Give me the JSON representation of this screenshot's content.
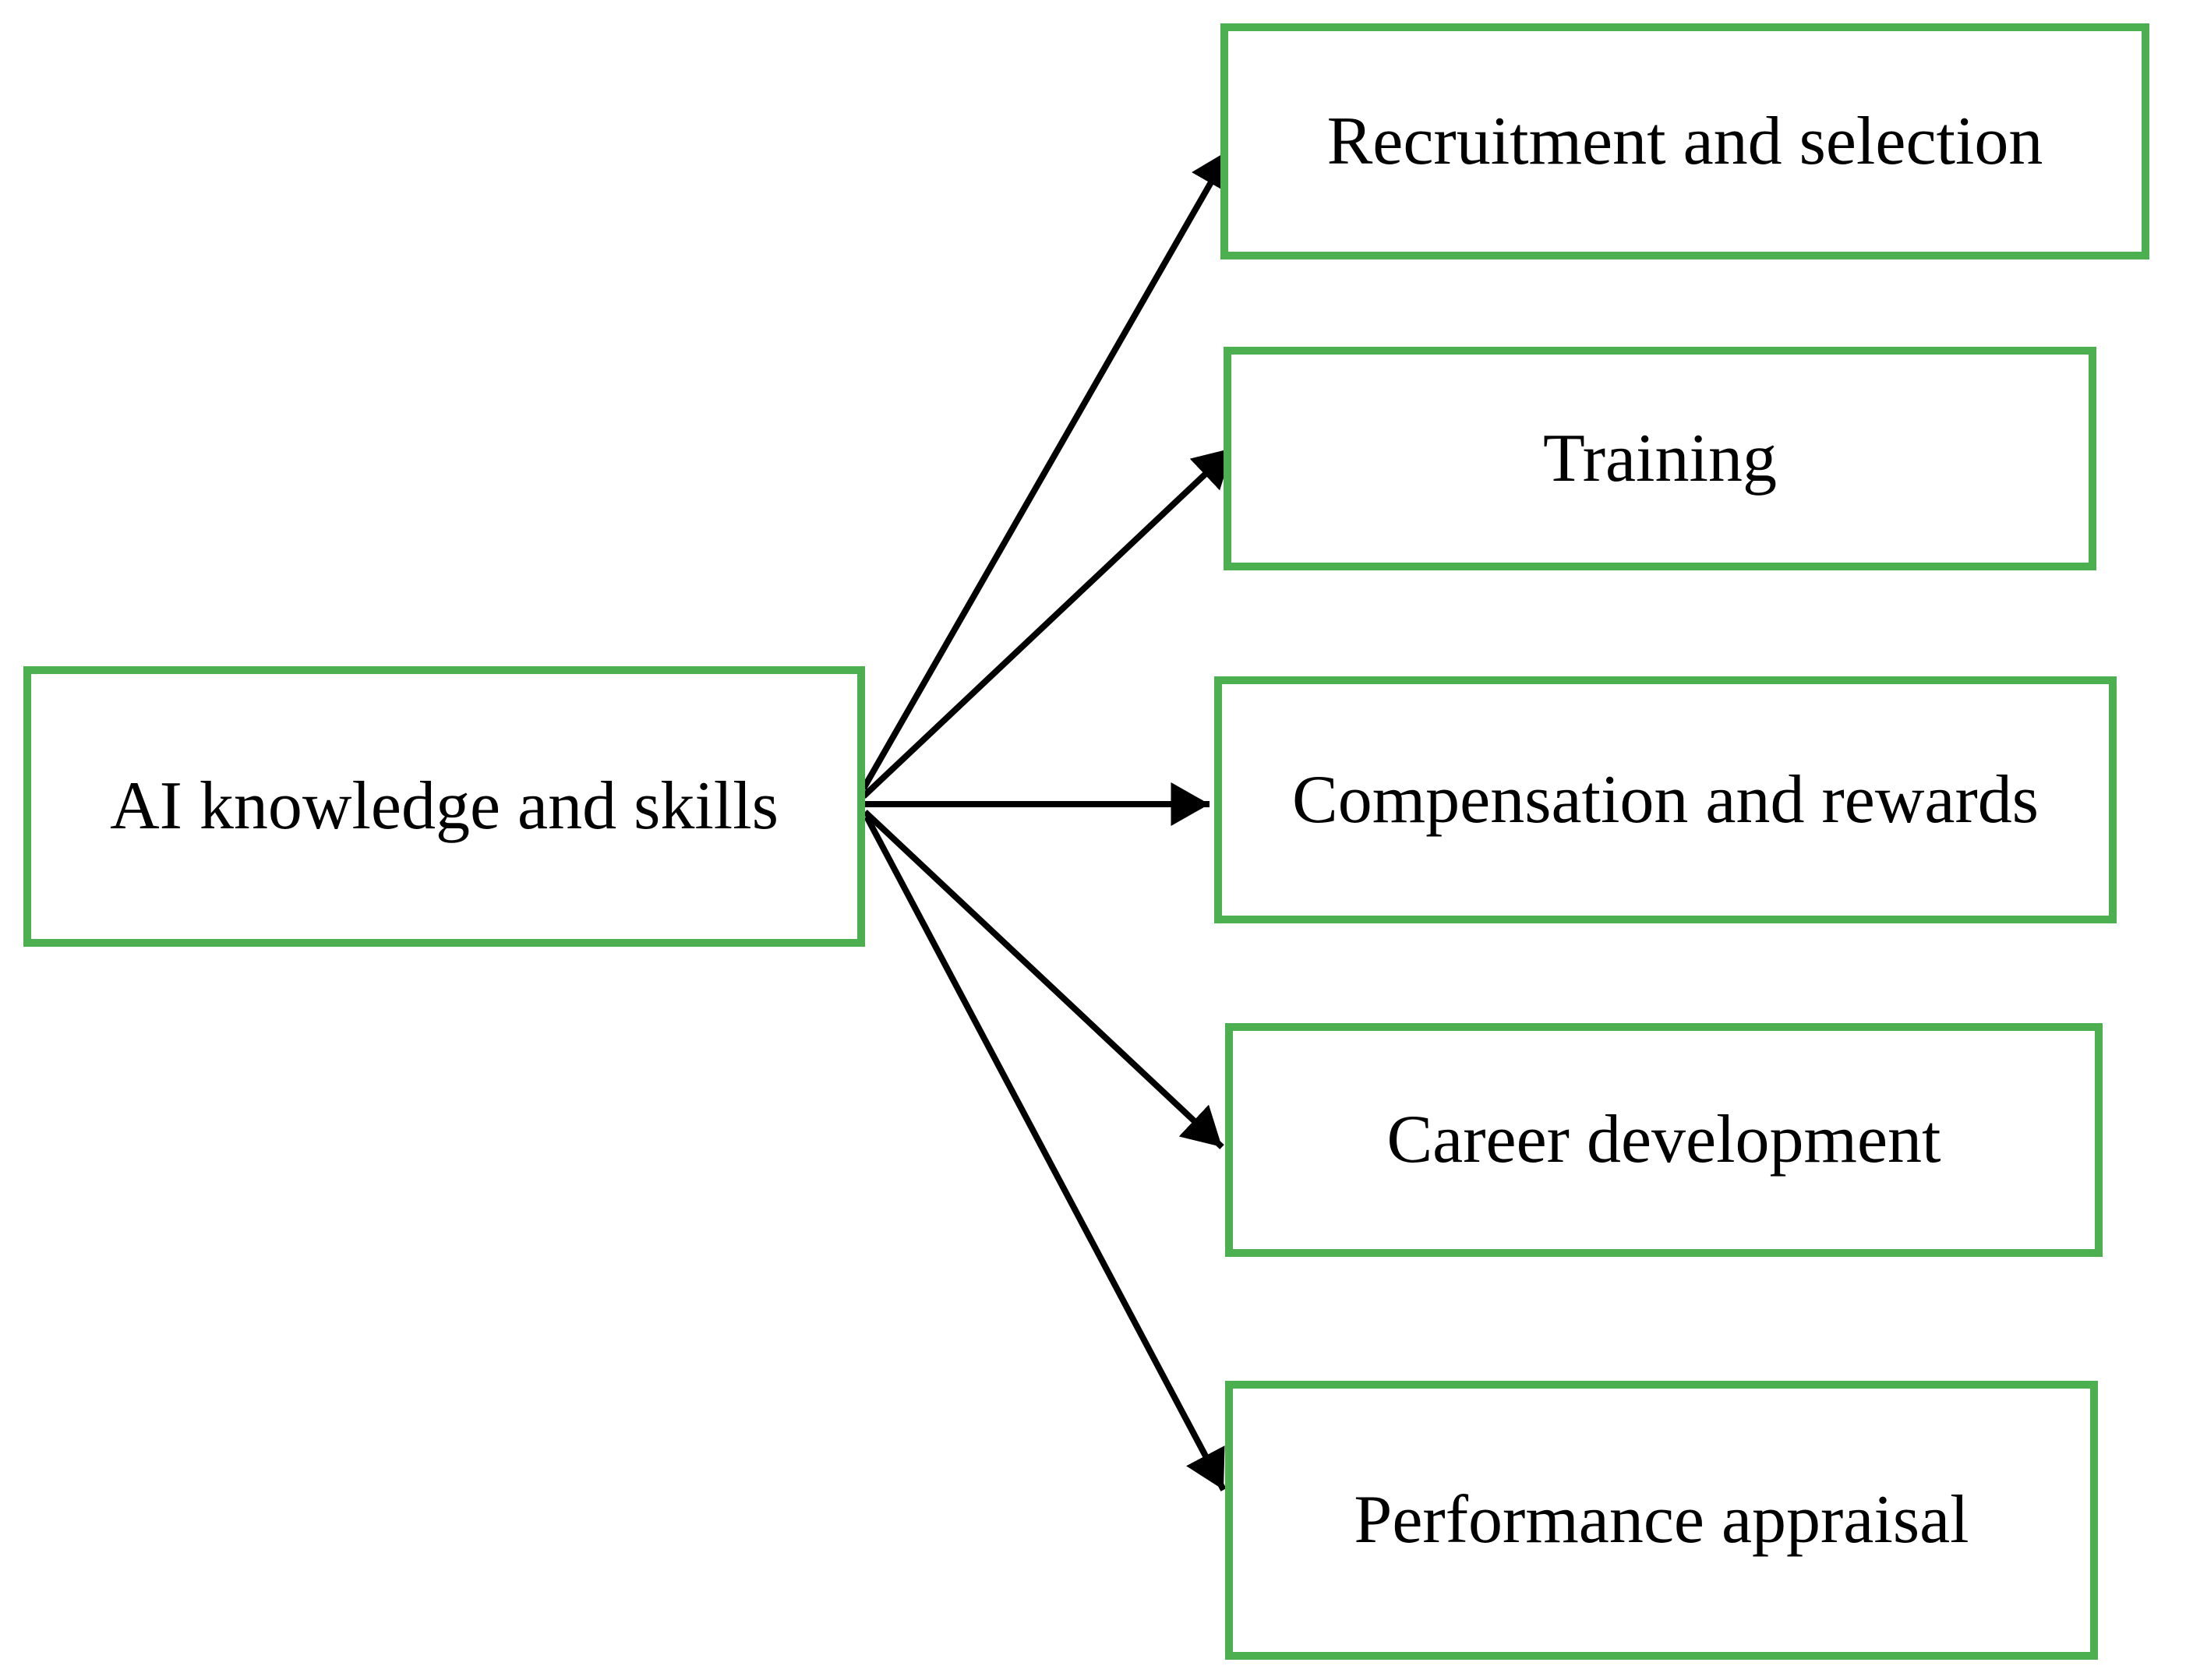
{
  "diagram": {
    "source": {
      "label": "AI knowledge and skills"
    },
    "targets": [
      {
        "label": "Recruitment and selection"
      },
      {
        "label": "Training"
      },
      {
        "label": "Compensation and rewards"
      },
      {
        "label": "Career development"
      },
      {
        "label": "Performance appraisal"
      }
    ],
    "edges": [
      {
        "from": "AI knowledge and skills",
        "to": "Recruitment and selection"
      },
      {
        "from": "AI knowledge and skills",
        "to": "Training"
      },
      {
        "from": "AI knowledge and skills",
        "to": "Compensation and rewards"
      },
      {
        "from": "AI knowledge and skills",
        "to": "Career development"
      },
      {
        "from": "AI knowledge and skills",
        "to": "Performance appraisal"
      }
    ],
    "colors": {
      "box_border": "#4caf50",
      "arrow": "#000000",
      "text": "#000000",
      "background": "#ffffff"
    }
  }
}
